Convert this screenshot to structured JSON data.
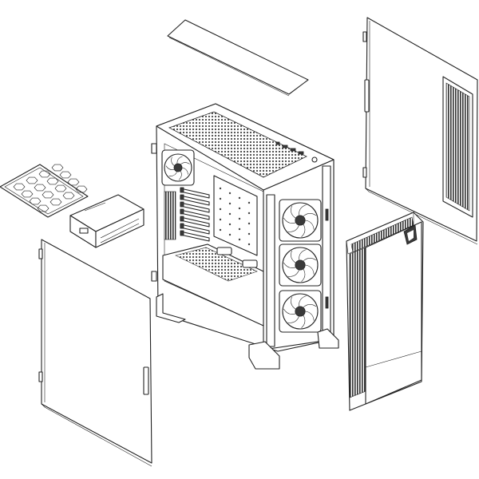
{
  "diagram": {
    "parts": [
      {
        "id": "top-dust-filter",
        "label": ""
      },
      {
        "id": "right-side-panel",
        "label": ""
      },
      {
        "id": "psu-dust-filter",
        "label": ""
      },
      {
        "id": "drive-cage",
        "label": ""
      },
      {
        "id": "chassis",
        "label": ""
      },
      {
        "id": "front-panel",
        "label": ""
      },
      {
        "id": "left-glass-panel",
        "label": ""
      }
    ],
    "fan_count": 4,
    "expansion_slots": 7
  },
  "colors": {
    "line": "#222222",
    "fill": "#ffffff",
    "mesh": "#9a9a9a",
    "dark": "#3a3a3a"
  }
}
